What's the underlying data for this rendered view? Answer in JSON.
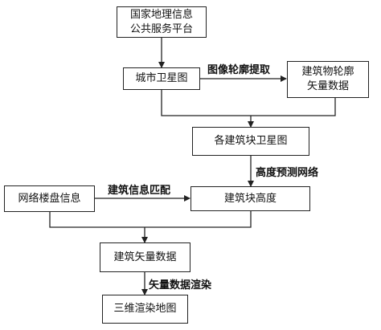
{
  "nodes": {
    "national_platform": {
      "line1": "国家地理信息",
      "line2": "公共服务平台"
    },
    "city_satellite": "城市卫星图",
    "building_outline_vector": {
      "line1": "建筑物轮廓",
      "line2": "矢量数据"
    },
    "building_block_satellite": "各建筑块卫星图",
    "network_property_info": "网络楼盘信息",
    "building_block_height": "建筑块高度",
    "building_vector_data": "建筑矢量数据",
    "render_3d_map": "三维渲染地图"
  },
  "edges": {
    "image_outline_extraction": "图像轮廓提取",
    "height_prediction_network": "高度预测网络",
    "building_info_matching": "建筑信息匹配",
    "vector_data_rendering": "矢量数据渲染"
  }
}
